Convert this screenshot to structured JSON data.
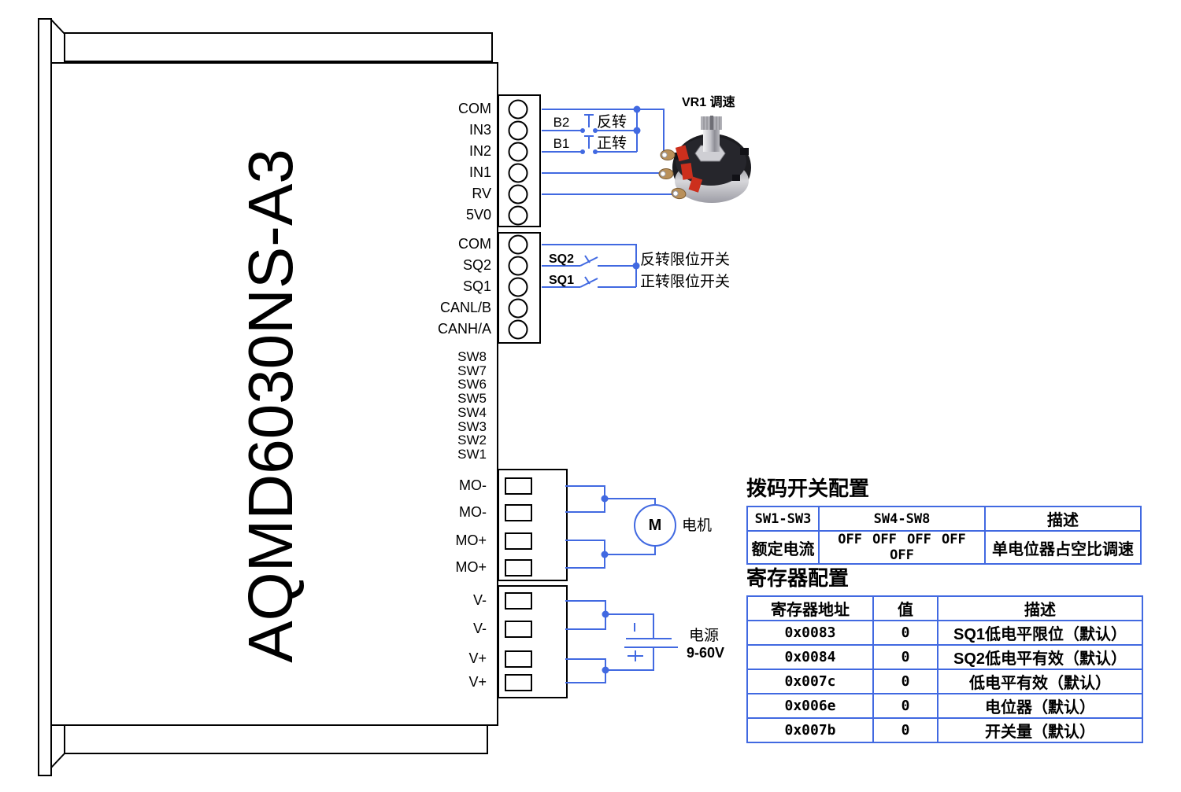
{
  "colors": {
    "wire": "#4169e1",
    "outline": "#000000",
    "table_border": "#4169e1",
    "text": "#000000"
  },
  "device": {
    "model": "AQMD6030NS-A3",
    "signal_block_1": [
      "COM",
      "IN3",
      "IN2",
      "IN1",
      "RV",
      "5V0"
    ],
    "signal_block_2": [
      "COM",
      "SQ2",
      "SQ1",
      "CANL/B",
      "CANH/A"
    ],
    "dip_switch_labels": [
      "SW8",
      "SW7",
      "SW6",
      "SW5",
      "SW4",
      "SW3",
      "SW2",
      "SW1"
    ],
    "motor_terminals": [
      "MO-",
      "MO-",
      "MO+",
      "MO+"
    ],
    "power_terminals": [
      "V-",
      "V-",
      "V+",
      "V+"
    ]
  },
  "wiring": {
    "button_reverse": {
      "id": "B2",
      "label": "反转"
    },
    "button_forward": {
      "id": "B1",
      "label": "正转"
    },
    "potentiometer_label": "VR1 调速",
    "limit_reverse": {
      "id": "SQ2",
      "label": "反转限位开关"
    },
    "limit_forward": {
      "id": "SQ1",
      "label": "正转限位开关"
    },
    "motor": {
      "symbol": "M",
      "label": "电机"
    },
    "power": {
      "label": "电源",
      "range": "9-60V",
      "plus": "+",
      "minus": "−"
    }
  },
  "dip_table": {
    "title": "拨码开关配置",
    "headers": [
      "SW1-SW3",
      "SW4-SW8",
      "描述"
    ],
    "rows": [
      [
        "额定电流",
        "OFF OFF OFF OFF OFF",
        "单电位器占空比调速"
      ]
    ]
  },
  "register_table": {
    "title": "寄存器配置",
    "headers": [
      "寄存器地址",
      "值",
      "描述"
    ],
    "rows": [
      [
        "0x0083",
        "0",
        "SQ1低电平限位（默认）"
      ],
      [
        "0x0084",
        "0",
        "SQ2低电平有效（默认）"
      ],
      [
        "0x007c",
        "0",
        "低电平有效（默认）"
      ],
      [
        "0x006e",
        "0",
        "电位器（默认）"
      ],
      [
        "0x007b",
        "0",
        "开关量（默认）"
      ]
    ]
  }
}
